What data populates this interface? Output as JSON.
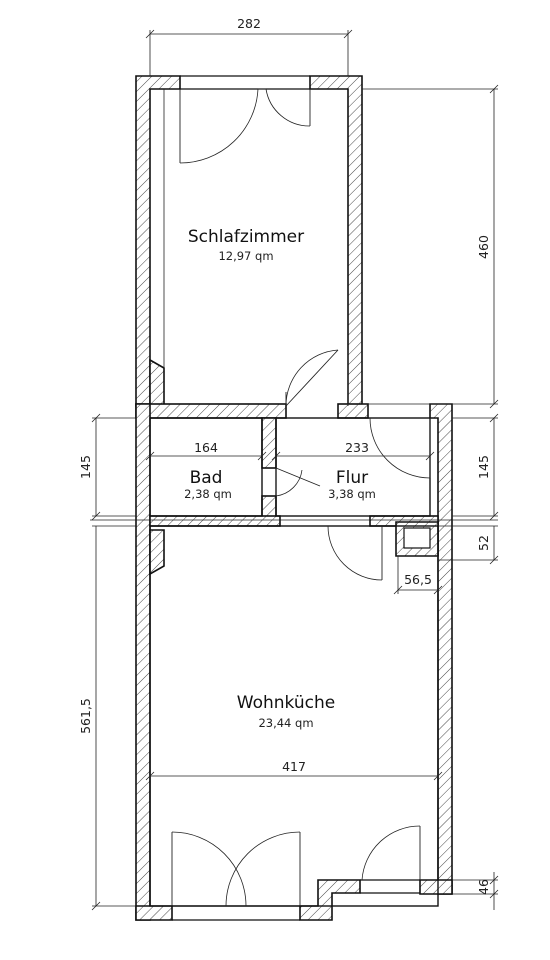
{
  "rooms": {
    "schlafzimmer": {
      "name": "Schlafzimmer",
      "area": "12,97 qm"
    },
    "bad": {
      "name": "Bad",
      "area": "2,38 qm"
    },
    "flur": {
      "name": "Flur",
      "area": "3,38 qm"
    },
    "wohnkueche": {
      "name": "Wohnküche",
      "area": "23,44 qm"
    }
  },
  "dimensions": {
    "top_width": "282",
    "right_height_bedroom": "460",
    "left_height_middle": "145",
    "right_height_middle": "145",
    "bad_width": "164",
    "flur_width": "233",
    "small_height": "52",
    "small_width": "56,5",
    "left_height_kitchen": "561,5",
    "kitchen_width": "417",
    "bottom_right_height": "46"
  }
}
